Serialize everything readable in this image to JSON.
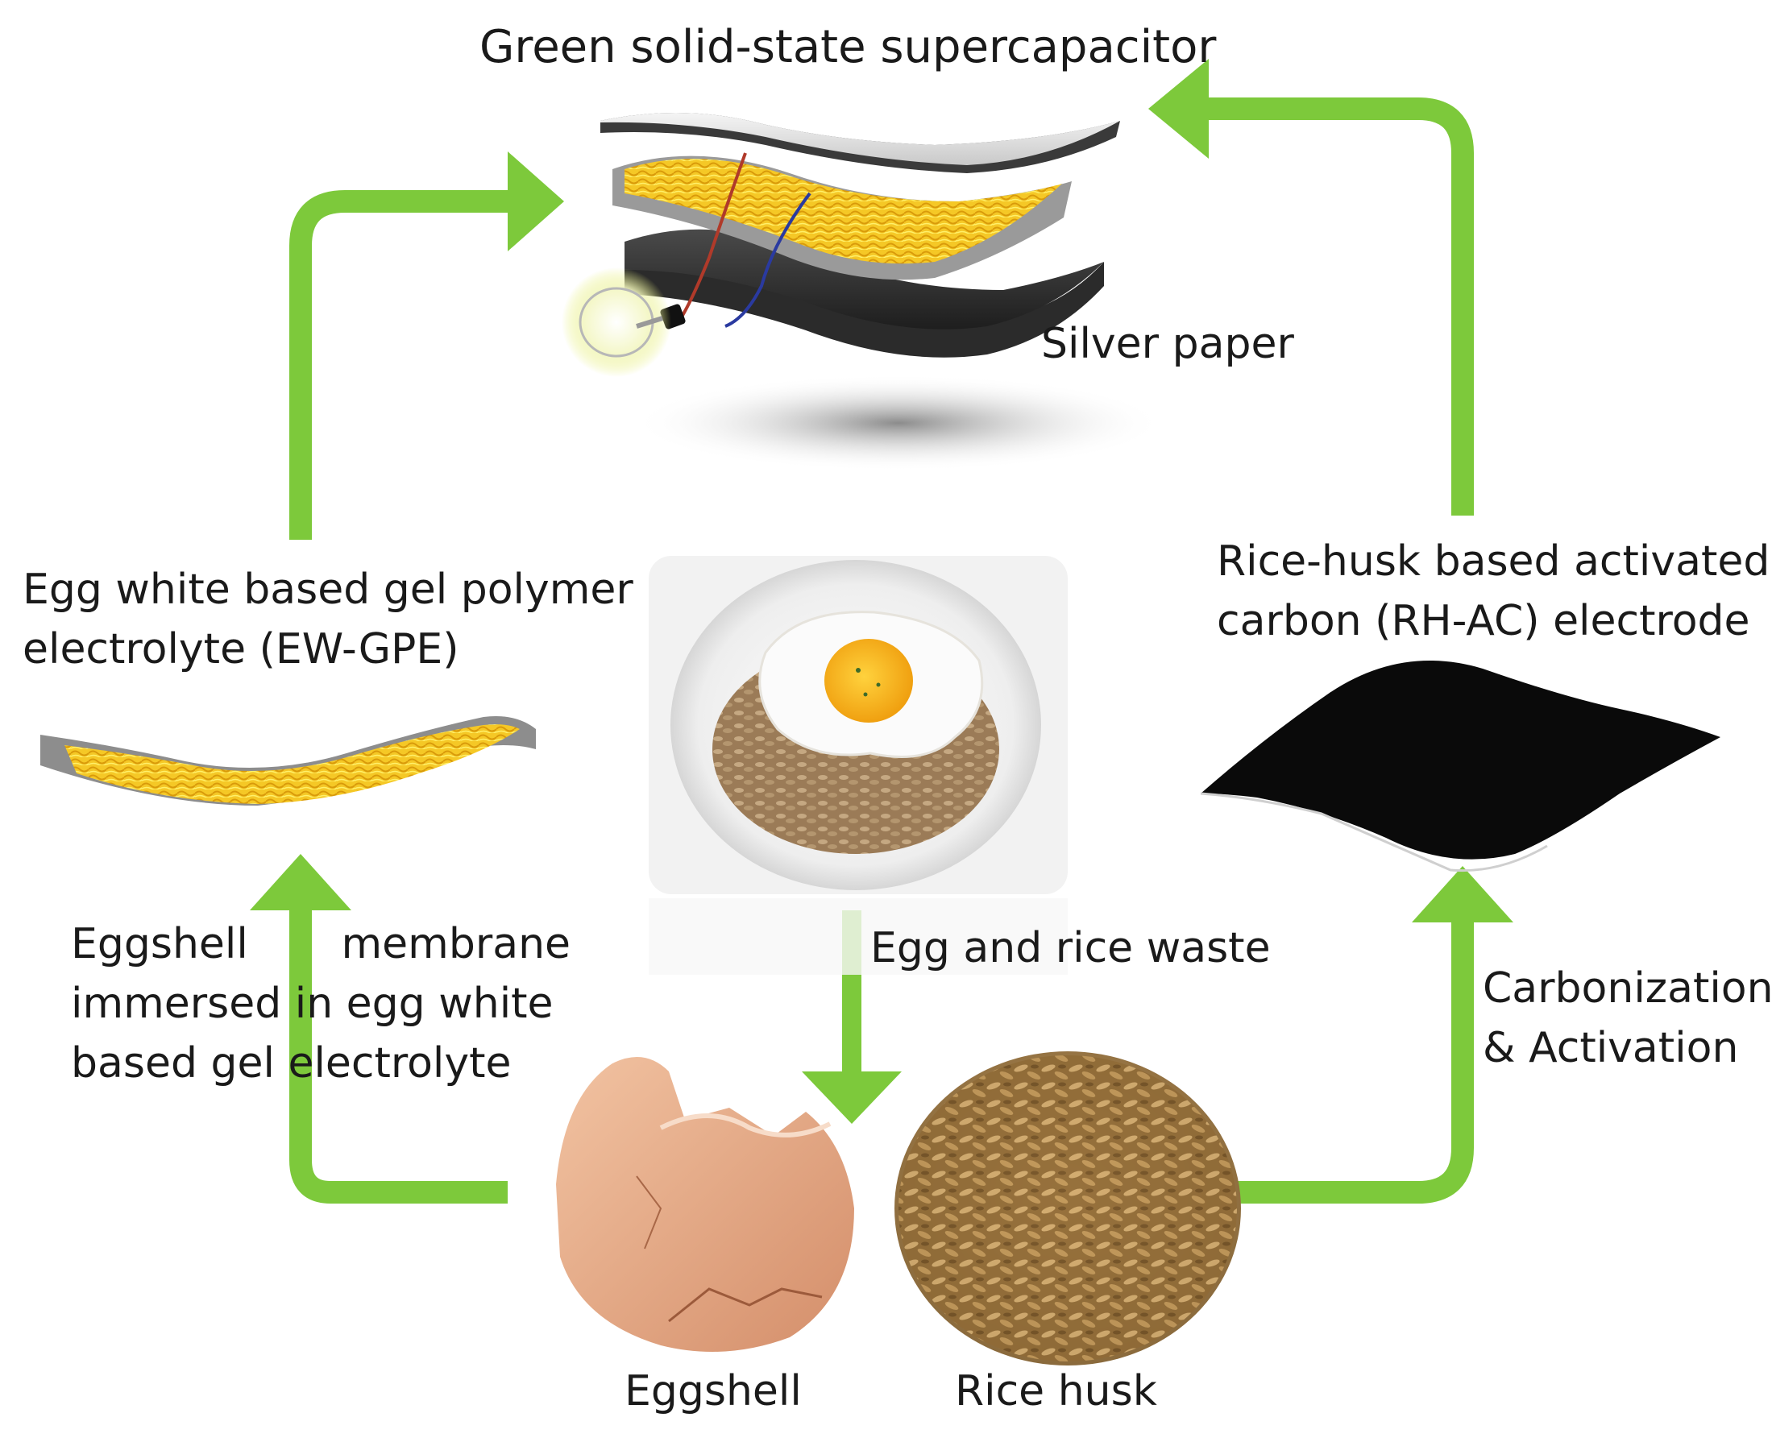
{
  "title": "Green solid-state supercapacitor",
  "labels": {
    "silver_paper": "Silver paper",
    "ew_gpe": "Egg white based gel polymer\nelectrolyte (EW-GPE)",
    "rh_ac": "Rice-husk based activated\ncarbon (RH-AC) electrode",
    "egg_rice_waste": "Egg and rice waste",
    "membrane_step": "Eggshell       membrane\nimmersed in egg white\nbased gel electrolyte",
    "carbonization_step": "Carbonization\n& Activation",
    "eggshell": "Eggshell",
    "rice_husk": "Rice husk"
  },
  "colors": {
    "arrow": "#7dc93b",
    "gel": "#f2c31a",
    "gel_edge": "#8f8f8f",
    "carbon": "#0a0a0a",
    "eggshell": "#e8b28f",
    "rice_husk": "#b08650"
  },
  "icons": {
    "device": "stacked-supercapacitor-layers",
    "bulb": "light-bulb-icon",
    "gel_film": "gel-electrolyte-film",
    "carbon_film": "carbon-electrode-film",
    "food": "egg-rice-bowl",
    "shell": "cracked-eggshell",
    "husk": "rice-husk-pile"
  }
}
